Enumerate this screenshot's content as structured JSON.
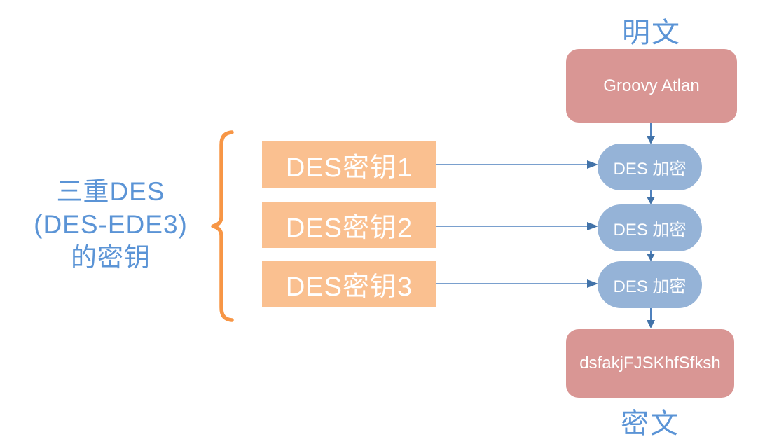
{
  "colors": {
    "label_blue": "#5B94D6",
    "arrow_blue": "#4F81BD",
    "arrow_head": "#4273A9",
    "pill_fill": "#95B3D7",
    "key_fill": "#FAC090",
    "io_fill": "#D99694",
    "brace_orange": "#F79646",
    "box_text": "#FFFFFF"
  },
  "labels": {
    "plaintext": "明文",
    "ciphertext": "密文",
    "key_group_line1": "三重DES",
    "key_group_line2": "(DES-EDE3)",
    "key_group_line3": "的密钥"
  },
  "nodes": {
    "plaintext_value": "Groovy Atlan",
    "ciphertext_value": "dsfakjFJSKhfSfksh",
    "keys": [
      {
        "label": "DES密钥1"
      },
      {
        "label": "DES密钥2"
      },
      {
        "label": "DES密钥3"
      }
    ],
    "stages": [
      {
        "label": "DES 加密"
      },
      {
        "label": "DES 加密"
      },
      {
        "label": "DES 加密"
      }
    ]
  }
}
